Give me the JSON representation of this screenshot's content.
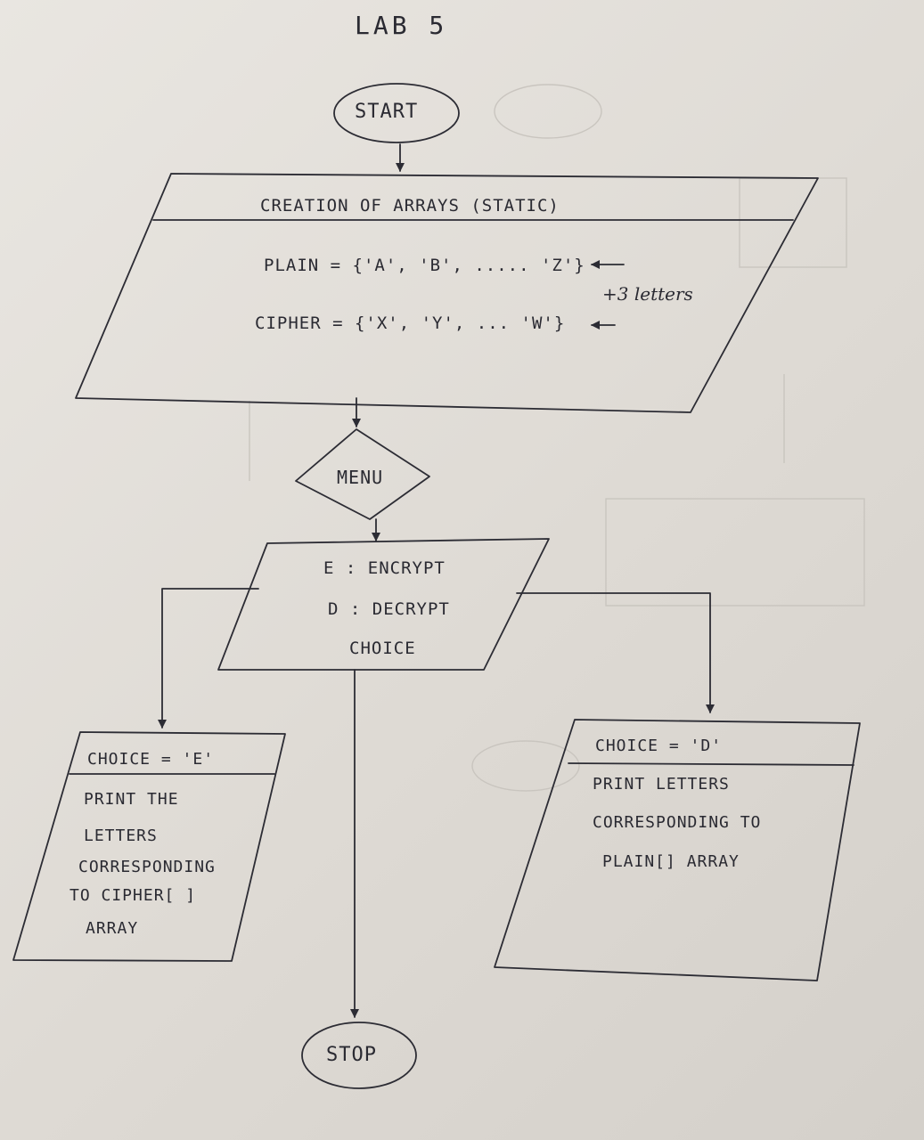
{
  "title": "LAB 5",
  "start": "START",
  "stop": "STOP",
  "init_block": {
    "heading": "CREATION OF ARRAYS (STATIC)",
    "plain_line": "PLAIN = {'A', 'B', ..... 'Z'}",
    "cipher_line": "CIPHER = {'X', 'Y', ... 'W'}",
    "note": "+3 letters"
  },
  "menu": "MENU",
  "choice_block": {
    "option_e": "E : ENCRYPT",
    "option_d": "D : DECRYPT",
    "label": "CHOICE"
  },
  "branch_e": {
    "condition": "CHOICE = 'E'",
    "lines": [
      "PRINT THE",
      "LETTERS",
      "CORRESPONDING",
      "TO CIPHER[ ]",
      "ARRAY"
    ]
  },
  "branch_d": {
    "condition": "CHOICE = 'D'",
    "lines": [
      "PRINT LETTERS",
      "CORRESPONDING TO",
      "PLAIN[] ARRAY"
    ]
  }
}
